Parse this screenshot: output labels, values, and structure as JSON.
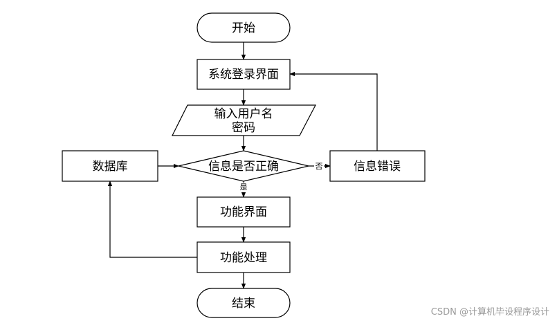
{
  "nodes": {
    "start": "开始",
    "login": "系统登录界面",
    "input_line1": "输入用户名",
    "input_line2": "密码",
    "decision": "信息是否正确",
    "database": "数据库",
    "error": "信息错误",
    "function_ui": "功能界面",
    "function_proc": "功能处理",
    "end": "结束"
  },
  "edges": {
    "no": "否",
    "yes": "是"
  },
  "watermark": "CSDN @计算机毕设程序设计"
}
